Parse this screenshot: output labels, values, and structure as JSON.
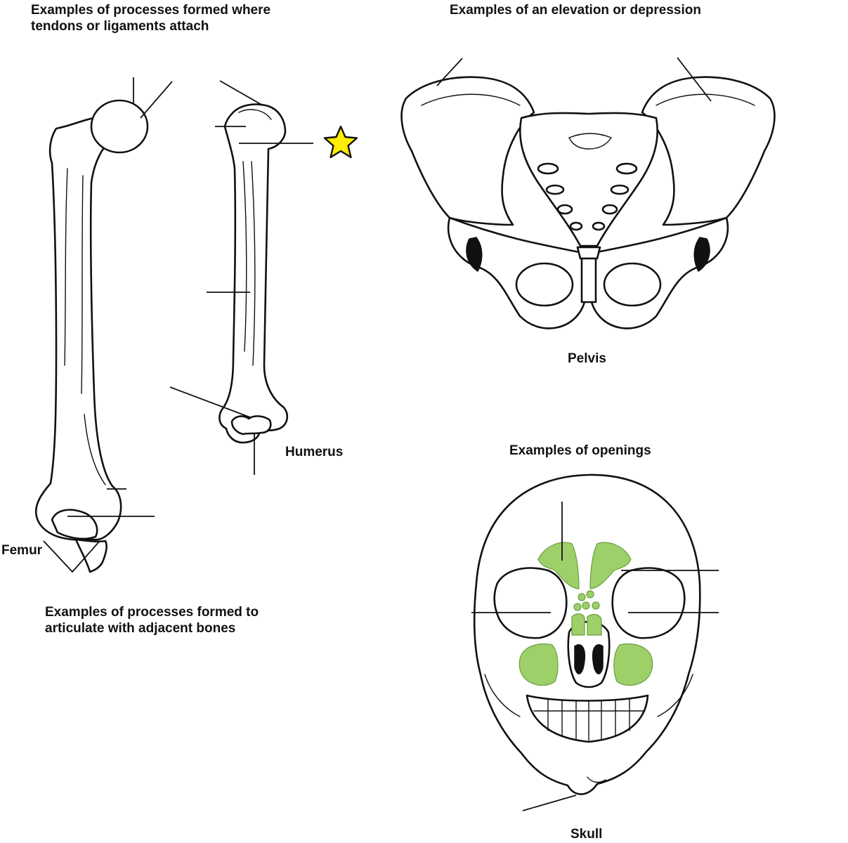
{
  "headings": {
    "tendon_processes": "Examples of processes formed where\ntendons or ligaments attach",
    "elevation": "Examples of an elevation or depression",
    "openings": "Examples of openings",
    "articulate": "Examples of processes formed to\narticulate with adjacent bones"
  },
  "bones": {
    "femur": "Femur",
    "humerus": "Humerus",
    "pelvis": "Pelvis",
    "skull": "Skull"
  },
  "colors": {
    "sinus_fill": "#9ed06a",
    "star_fill": "#ffee00",
    "outline": "#111111"
  },
  "marker": {
    "icon": "star-icon"
  }
}
